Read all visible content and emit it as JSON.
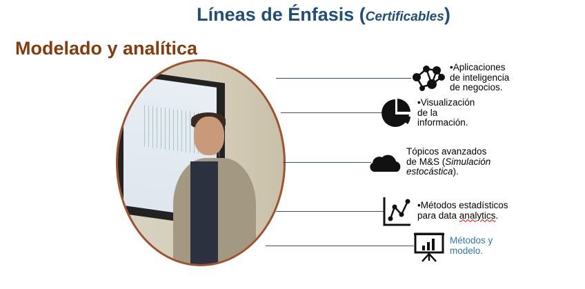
{
  "title": {
    "main": "Líneas de Énfasis (",
    "italic": "Certificables",
    "close": ")"
  },
  "subtitle": "Modelado y analítica",
  "items": [
    {
      "icon": "network-icon",
      "lines": [
        "•Aplicaciones",
        "de inteligencia",
        "de negocios."
      ]
    },
    {
      "icon": "pie-chart-icon",
      "lines": [
        "•Visualización",
        "de la",
        "información."
      ]
    },
    {
      "icon": "cloud-icon",
      "lines": [
        "Tópicos avanzados",
        "de M&S (",
        "Simulación",
        "estocástica",
        ")."
      ]
    },
    {
      "icon": "line-chart-icon",
      "lines": [
        "•Métodos estadísticos",
        "para data ",
        "analytics",
        "."
      ]
    },
    {
      "icon": "presentation-icon",
      "lines": [
        "Métodos y",
        "modelo."
      ]
    }
  ],
  "colors": {
    "title": "#1f4e79",
    "subtitle": "#843c0c",
    "accent_blue": "#2e75b6",
    "connector": "#2f4f7f"
  }
}
